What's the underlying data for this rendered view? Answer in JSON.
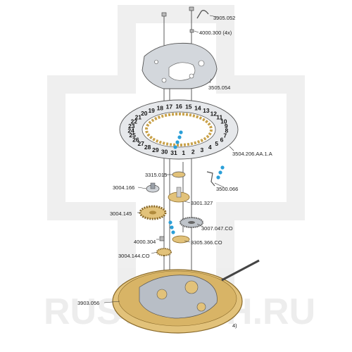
{
  "watermark": "RUSWATCH.RU",
  "labels": [
    {
      "id": "part-3905-052",
      "text": "3905.052"
    },
    {
      "id": "part-4000-300",
      "text": "4000.300 (4x)"
    },
    {
      "id": "part-3505-054",
      "text": "3505.054"
    },
    {
      "id": "part-3504-206",
      "text": "3504.206.AA.1.A"
    },
    {
      "id": "part-3315-015",
      "text": "3315.015"
    },
    {
      "id": "part-3004-166",
      "text": "3004.166"
    },
    {
      "id": "part-3500-066",
      "text": "3500.066"
    },
    {
      "id": "part-3301-327",
      "text": "3301.327"
    },
    {
      "id": "part-3004-145",
      "text": "3004.145"
    },
    {
      "id": "part-3007-047",
      "text": "3007.047.CO"
    },
    {
      "id": "part-4000-304",
      "text": "4000.304"
    },
    {
      "id": "part-3305-366",
      "text": "3305.366.CO"
    },
    {
      "id": "part-3004-144",
      "text": "3004.144.CO"
    },
    {
      "id": "part-3903-056",
      "text": "3903.056"
    }
  ],
  "page_number": "4)",
  "date_ring": [
    "1",
    "2",
    "3",
    "4",
    "5",
    "6",
    "7",
    "8",
    "9",
    "10",
    "11",
    "12",
    "13",
    "14",
    "15",
    "16",
    "17",
    "18",
    "19",
    "20",
    "21",
    "22",
    "23",
    "24",
    "25",
    "26",
    "27",
    "28",
    "29",
    "30",
    "31"
  ],
  "colors": {
    "line": "#333333",
    "metal": "#cfd3d8",
    "metal_dark": "#8a9099",
    "brass": "#e2c27a",
    "brass_dark": "#b08a3c",
    "jewel": "#2a9fd8",
    "watermark": "#ececec"
  }
}
